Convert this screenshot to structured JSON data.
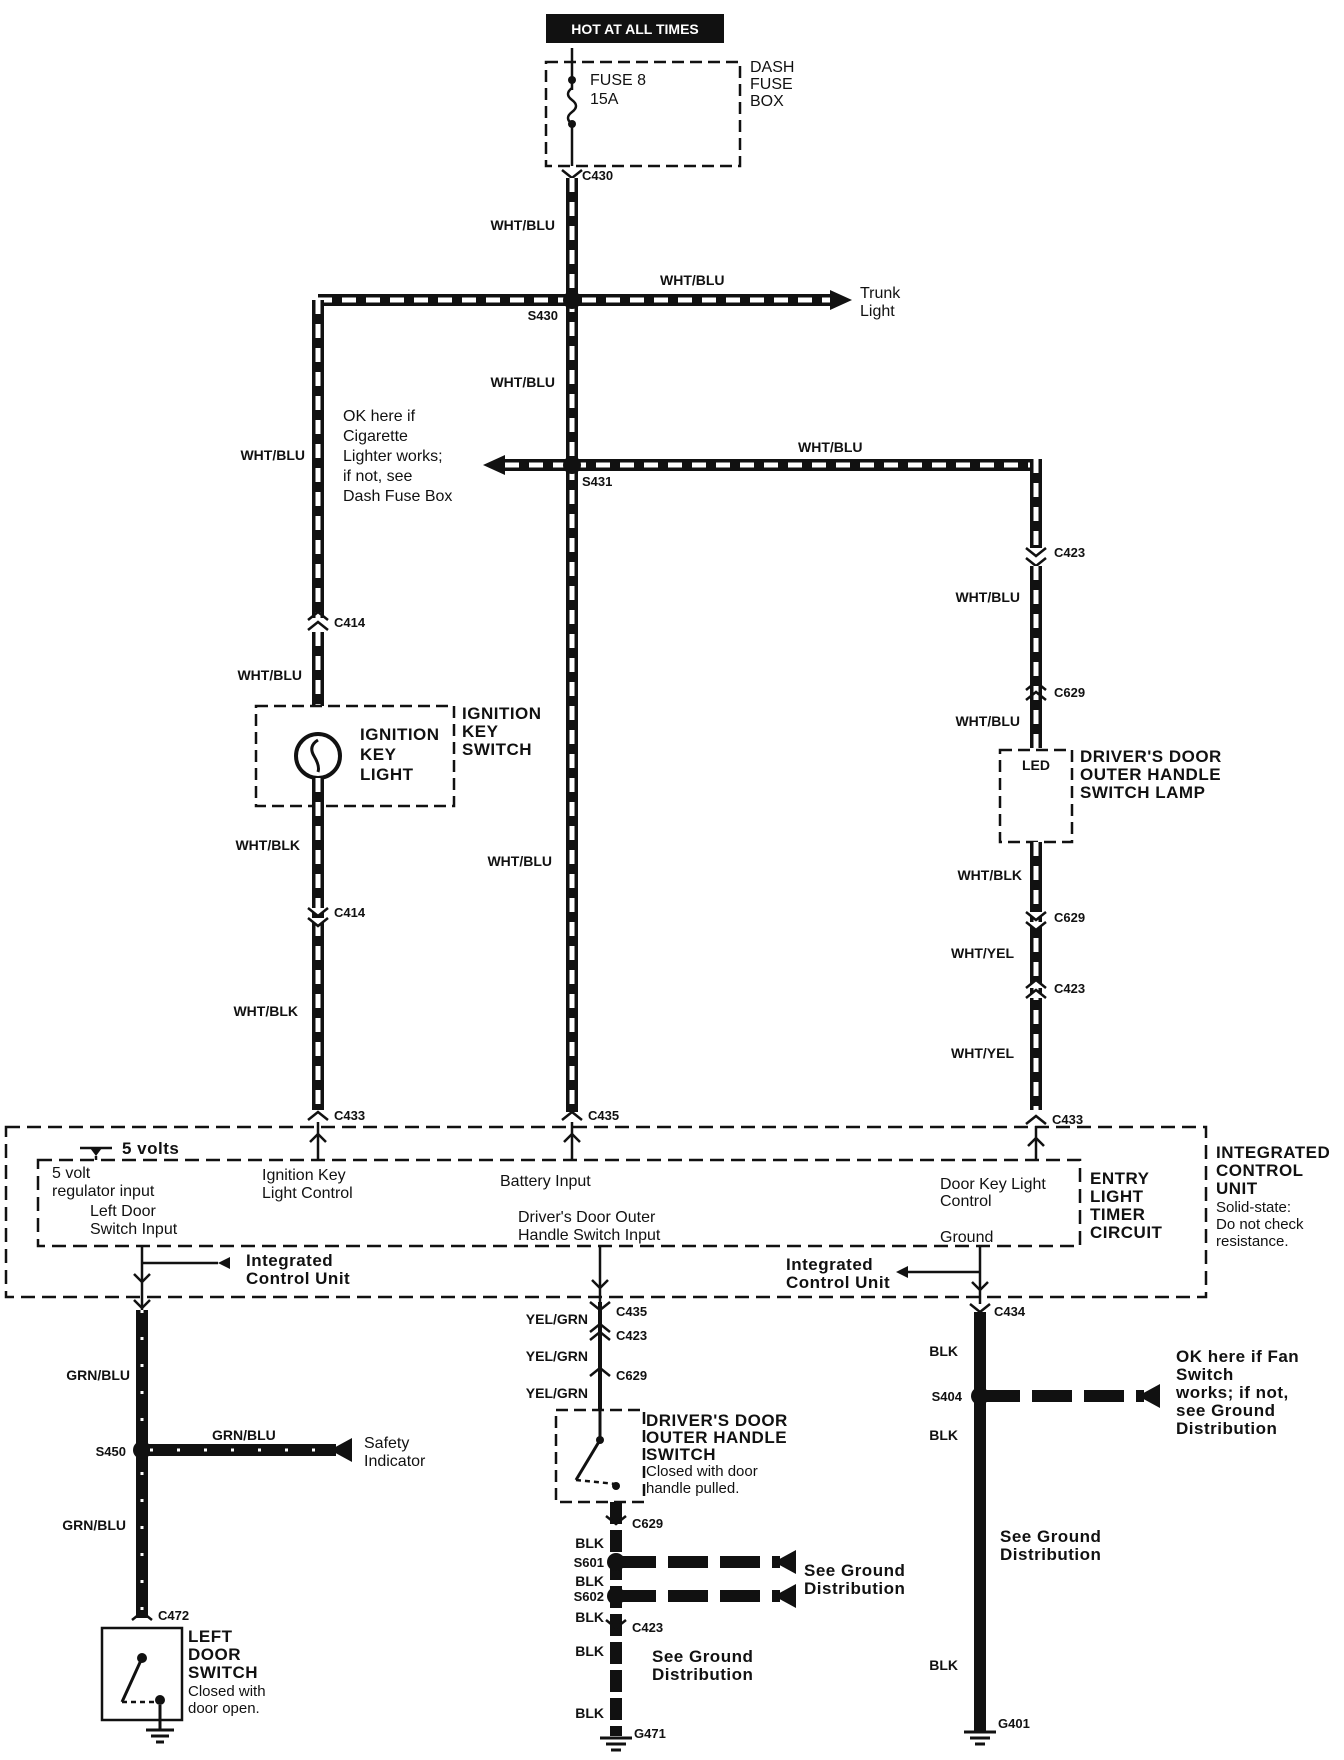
{
  "header": {
    "hot_at_all_times": "HOT AT ALL TIMES"
  },
  "fuse": {
    "name": "FUSE 8",
    "rating": "15A",
    "box_line1": "DASH",
    "box_line2": "FUSE",
    "box_line3": "BOX"
  },
  "wires": {
    "wht_blu": "WHT/BLU",
    "wht_blk": "WHT/BLK",
    "wht_yel": "WHT/YEL",
    "grn_blu": "GRN/BLU",
    "yel_grn": "YEL/GRN",
    "blk": "BLK"
  },
  "connectors": {
    "c430": "C430",
    "c414": "C414",
    "c423": "C423",
    "c629": "C629",
    "c433": "C433",
    "c435": "C435",
    "c434": "C434",
    "c472": "C472",
    "s430": "S430",
    "s431": "S431",
    "s450": "S450",
    "s404": "S404",
    "s601": "S601",
    "s602": "S602",
    "g471": "G471",
    "g401": "G401"
  },
  "trunk": {
    "line1": "Trunk",
    "line2": "Light"
  },
  "cigar_note": {
    "line1": "OK here if",
    "line2": "Cigarette",
    "line3": "Lighter works;",
    "line4": "if not, see",
    "line5": "Dash Fuse Box"
  },
  "ignition": {
    "inner1": "IGNITION",
    "inner2": "KEY",
    "inner3": "LIGHT",
    "outer1": "IGNITION",
    "outer2": "KEY",
    "outer3": "SWITCH"
  },
  "led": {
    "label": "LED",
    "line1": "DRIVER'S DOOR",
    "line2": "OUTER HANDLE",
    "line3": "SWITCH LAMP"
  },
  "icu": {
    "five_volts": "5 volts",
    "regulator1": "5 volt",
    "regulator2": "regulator input",
    "ign_key1": "Ignition Key",
    "ign_key2": "Light Control",
    "battery": "Battery Input",
    "door_key1": "Door Key Light",
    "door_key2": "Control",
    "left_door1": "Left Door",
    "left_door2": "Switch Input",
    "driver_handle1": "Driver's Door Outer",
    "driver_handle2": "Handle Switch Input",
    "ground": "Ground",
    "entry1": "ENTRY",
    "entry2": "LIGHT",
    "entry3": "TIMER",
    "entry4": "CIRCUIT",
    "icu_left1": "Integrated",
    "icu_left2": "Control Unit",
    "icu_right1": "Integrated",
    "icu_right2": "Control Unit",
    "title1": "INTEGRATED",
    "title2": "CONTROL",
    "title3": "UNIT",
    "note1": "Solid-state:",
    "note2": "Do not check",
    "note3": "resistance."
  },
  "safety": {
    "line1": "Safety",
    "line2": "Indicator"
  },
  "left_door_switch": {
    "line1": "LEFT",
    "line2": "DOOR",
    "line3": "SWITCH",
    "line4": "Closed with",
    "line5": "door open."
  },
  "driver_switch": {
    "line1": "DRIVER'S DOOR",
    "line2": "OUTER HANDLE",
    "line3": "SWITCH",
    "line4": "Closed with door",
    "line5": "handle pulled."
  },
  "ground_dist": {
    "line1": "See Ground",
    "line2": "Distribution"
  },
  "fan_note": {
    "line1": "OK here if Fan",
    "line2": "Switch",
    "line3": "works; if not,",
    "line4": "see Ground",
    "line5": "Distribution"
  },
  "colors": {
    "ink": "#111111",
    "paper": "#ffffff"
  }
}
